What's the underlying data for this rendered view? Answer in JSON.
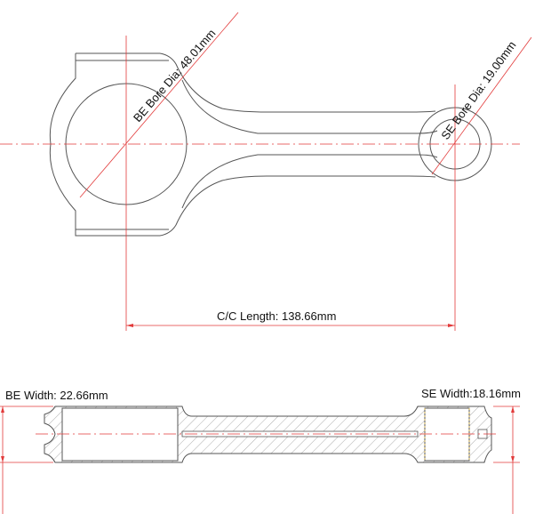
{
  "drawing": {
    "be_bore_label": "BE Bore Dia: 48.01mm",
    "se_bore_label": "SE Bore Dia: 19.00mm",
    "cc_length_label": "C/C Length: 138.66mm",
    "be_width_label": "BE Width: 22.66mm",
    "se_width_label": "SE Width:18.16mm"
  },
  "colors": {
    "dimension": "#e23a3a",
    "outline": "#555555"
  }
}
